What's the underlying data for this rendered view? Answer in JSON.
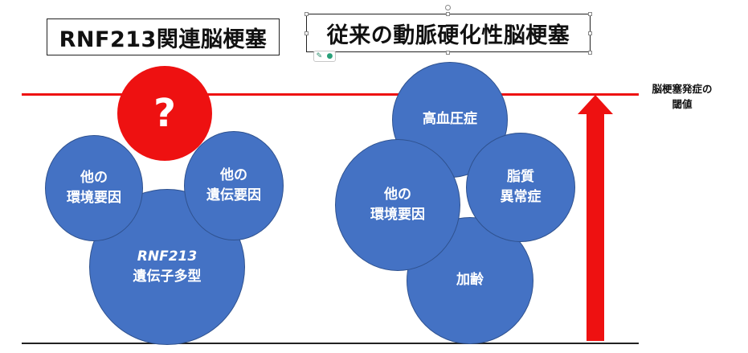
{
  "titles": {
    "left": "RNF213関連脳梗塞",
    "right": "従来の動脈硬化性脳梗塞"
  },
  "toolbar": {
    "icon_a": "pen-icon",
    "icon_b": "pin-icon"
  },
  "left_group": {
    "question": "?",
    "other_env": [
      "他の",
      "環境要因"
    ],
    "other_genetic": [
      "他の",
      "遺伝要因"
    ],
    "rnf213": [
      "RNF213",
      "遺伝子多型"
    ]
  },
  "right_group": {
    "hypertension": "高血圧症",
    "other_env": [
      "他の",
      "環境要因"
    ],
    "dyslipidemia": [
      "脂質",
      "異常症"
    ],
    "aging": "加齢"
  },
  "threshold_label": [
    "脳梗塞発症の",
    "閾値"
  ],
  "colors": {
    "circle": "#4472c4",
    "accent_red": "#ee1111",
    "line_dark": "#222222"
  }
}
